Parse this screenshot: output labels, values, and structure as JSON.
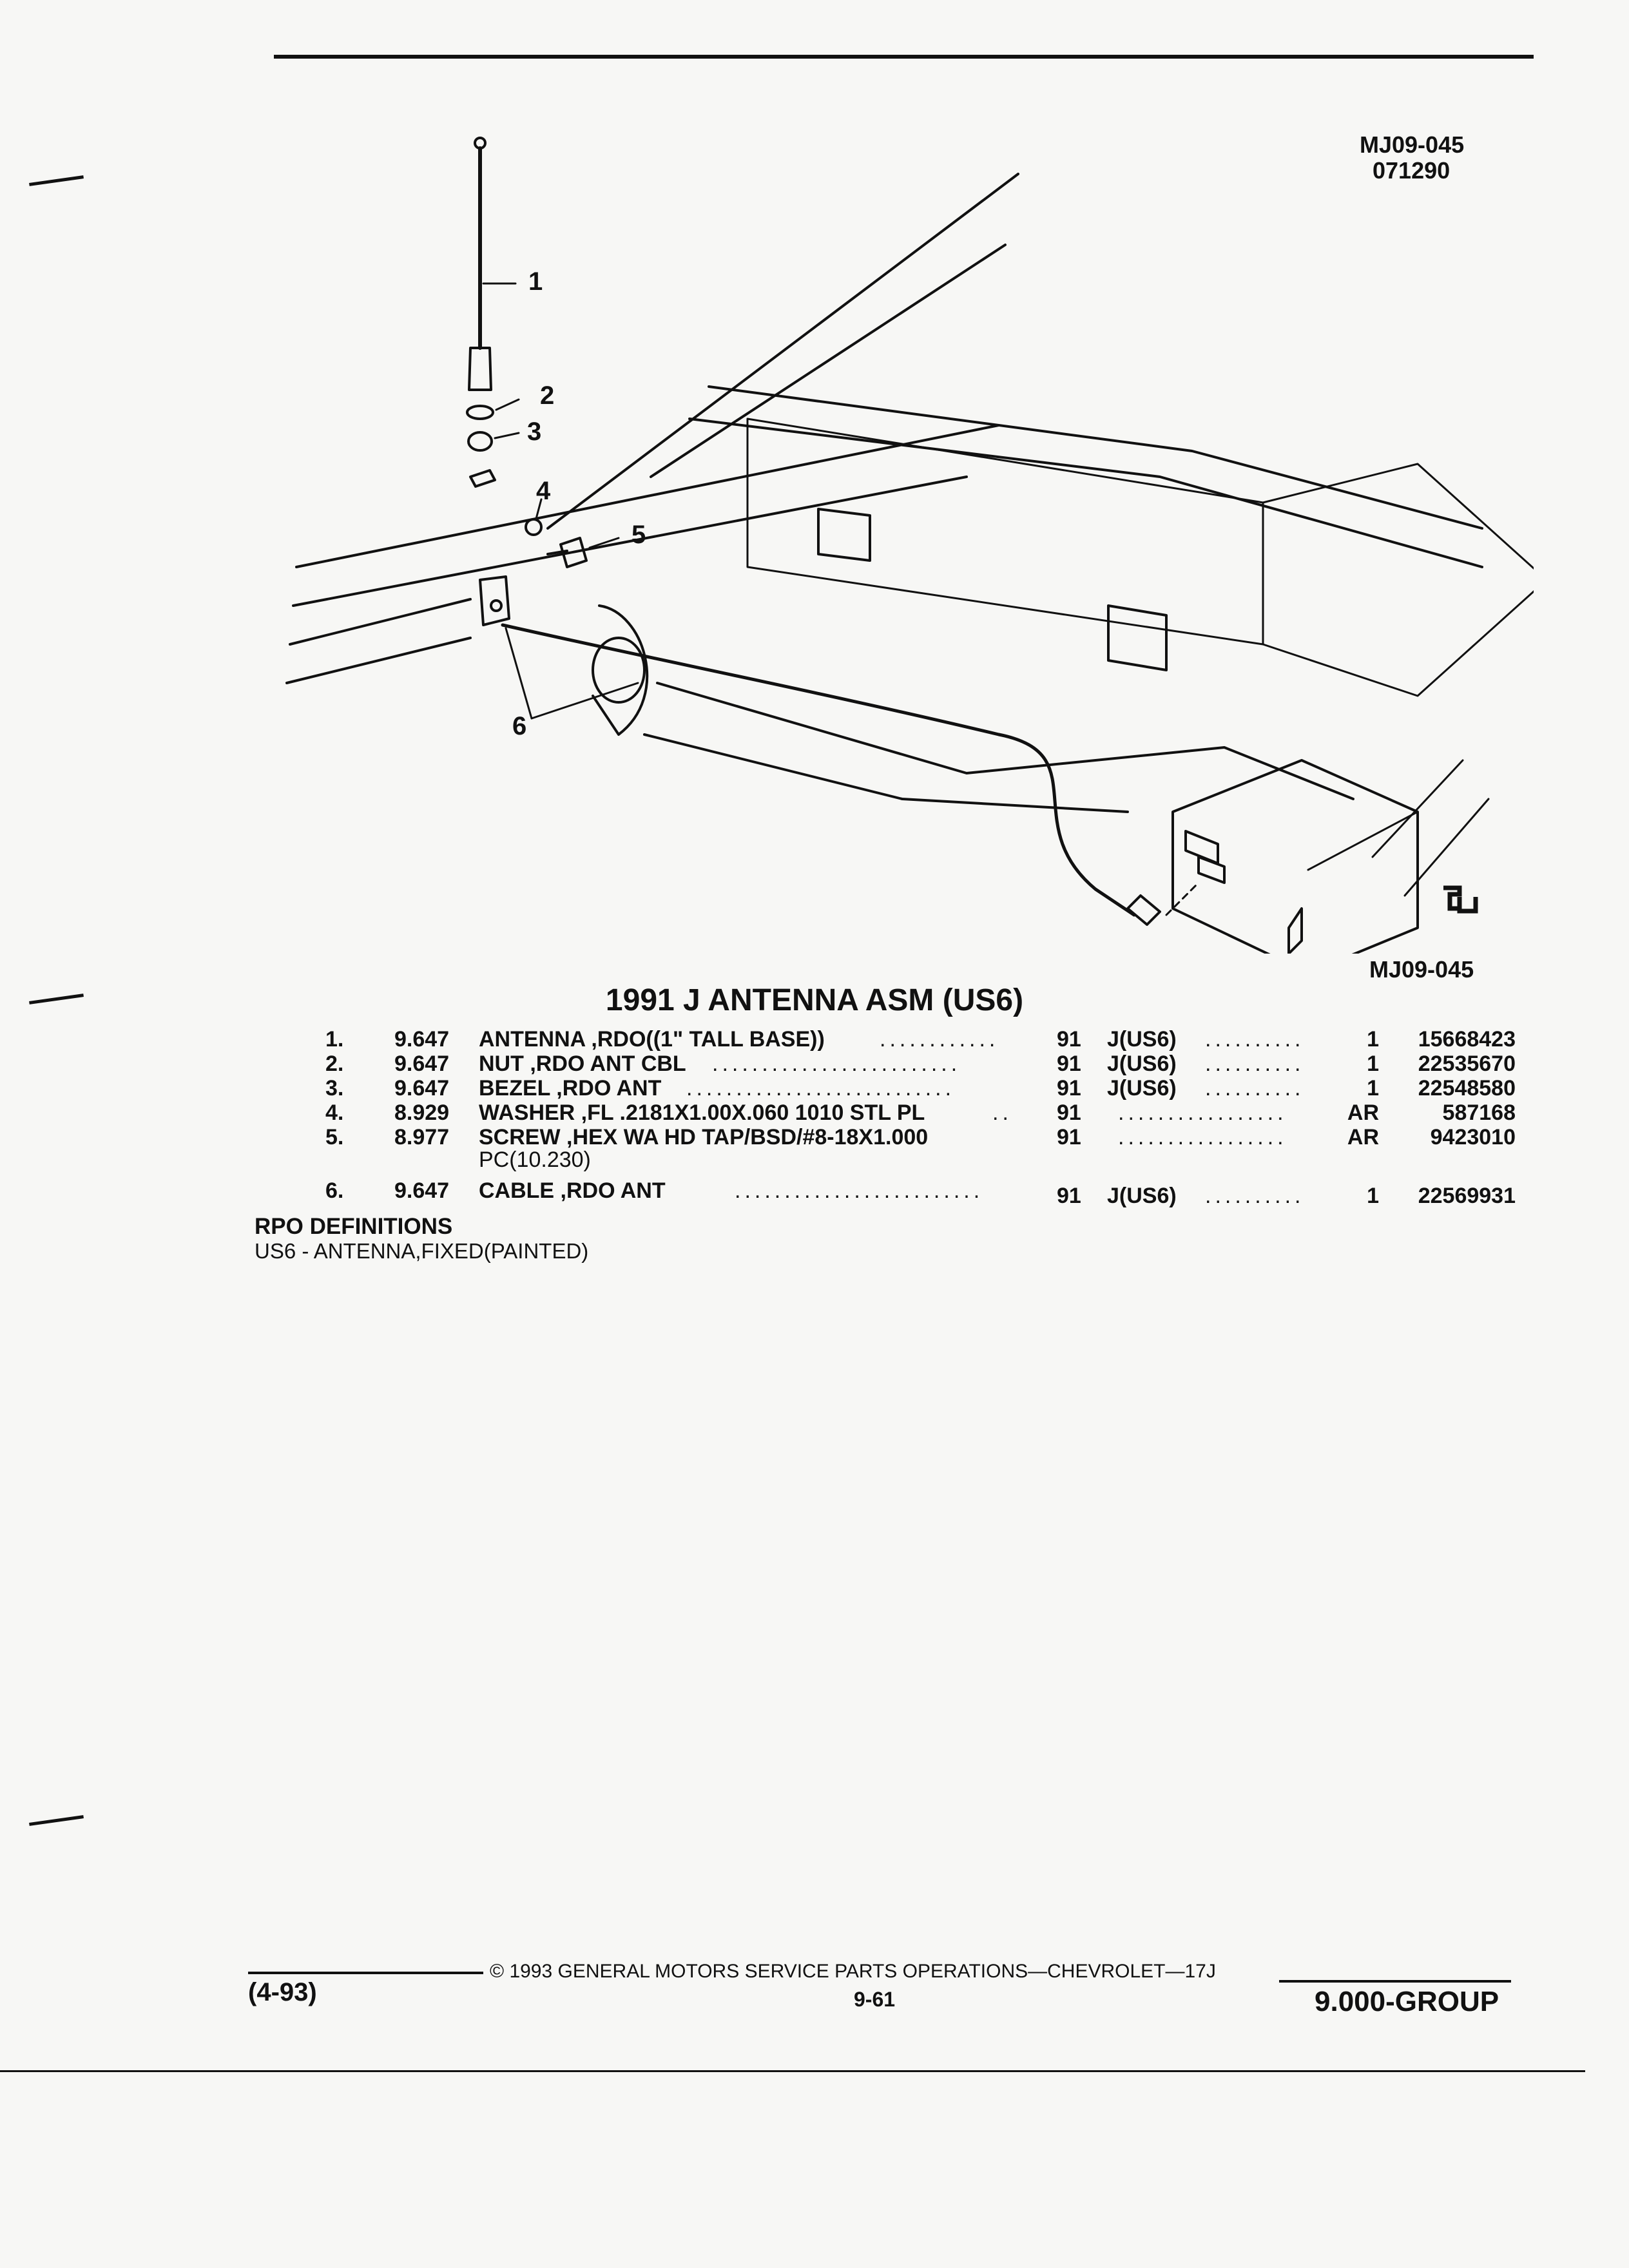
{
  "header": {
    "code_top": "MJ09-045",
    "code_sub": "071290"
  },
  "diagram": {
    "callouts": [
      "1",
      "2",
      "3",
      "4",
      "5",
      "6"
    ],
    "code_bottom": "MJ09-045",
    "logo_icon": "gm-logo-icon"
  },
  "section_title": "1991 J ANTENNA ASM (US6)",
  "parts": [
    {
      "num": "1.",
      "group": "9.647",
      "desc": "ANTENNA ,RDO((1\" TALL BASE))",
      "desc2": "",
      "year": "91",
      "model": "J(US6)",
      "qty": "1",
      "part": "15668423"
    },
    {
      "num": "2.",
      "group": "9.647",
      "desc": "NUT ,RDO ANT CBL",
      "desc2": "",
      "year": "91",
      "model": "J(US6)",
      "qty": "1",
      "part": "22535670"
    },
    {
      "num": "3.",
      "group": "9.647",
      "desc": "BEZEL ,RDO ANT",
      "desc2": "",
      "year": "91",
      "model": "J(US6)",
      "qty": "1",
      "part": "22548580"
    },
    {
      "num": "4.",
      "group": "8.929",
      "desc": "WASHER ,FL .2181X1.00X.060 1010 STL PL",
      "desc2": "",
      "year": "91",
      "model": "",
      "qty": "AR",
      "part": "587168"
    },
    {
      "num": "5.",
      "group": "8.977",
      "desc": "SCREW ,HEX WA HD TAP/BSD/#8-18X1.000",
      "desc2": "PC(10.230)",
      "year": "91",
      "model": "",
      "qty": "AR",
      "part": "9423010"
    },
    {
      "num": "6.",
      "group": "9.647",
      "desc": "CABLE ,RDO ANT",
      "desc2": "",
      "year": "91",
      "model": "J(US6)",
      "qty": "1",
      "part": "22569931"
    }
  ],
  "rpo": {
    "heading": "RPO DEFINITIONS",
    "definition": "US6 - ANTENNA,FIXED(PAINTED)"
  },
  "footer": {
    "date_code": "(4-93)",
    "copyright": "© 1993 GENERAL MOTORS SERVICE PARTS OPERATIONS—CHEVROLET—17J",
    "page": "9-61",
    "group": "9.000-GROUP"
  }
}
